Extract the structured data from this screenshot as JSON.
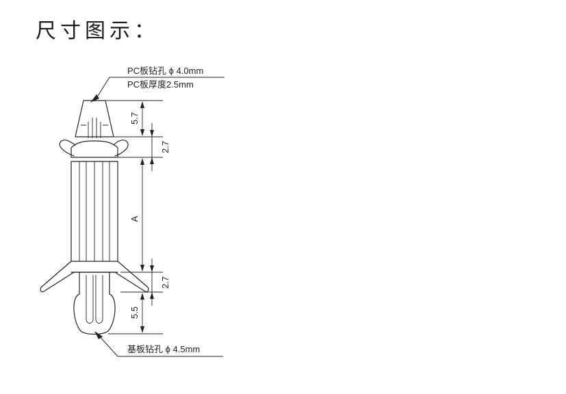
{
  "title": "尺寸图示：",
  "labels": {
    "top_hole": "PC板钻孔 ϕ 4.0mm",
    "top_thickness": "PC板厚度2.5mm",
    "bottom_hole": "基板钻孔 ϕ 4.5mm"
  },
  "dimensions": {
    "top_tip": "5.7",
    "top_flange": "2.7",
    "shaft": "A",
    "bottom_flange": "2.7",
    "bottom_tip": "5.5"
  }
}
